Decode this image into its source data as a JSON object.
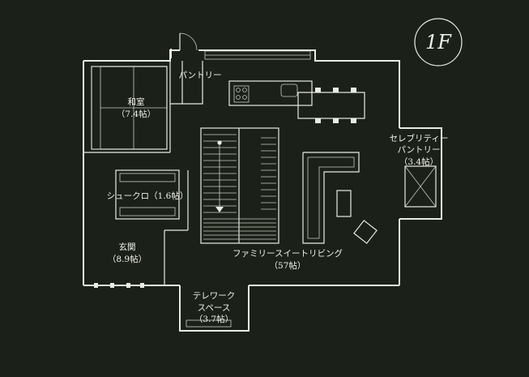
{
  "floor_badge": "1F",
  "rooms": {
    "pantry": "パントリー",
    "washitsu": {
      "name": "和室",
      "size": "（7.4帖）"
    },
    "celebrity_pantry": {
      "line1": "セレブリティー",
      "line2": "パントリー",
      "size": "（3.4帖）"
    },
    "shoe_closet": "シュークロ（1.6帖）",
    "genkan": {
      "name": "玄関",
      "size": "（8.9帖）"
    },
    "family_living": {
      "name": "ファミリースイートリビング",
      "size": "（57帖）"
    },
    "telework": {
      "line1": "テレワーク",
      "line2": "スペース",
      "size": "（3.7帖）"
    }
  },
  "colors": {
    "background": "#1b2118",
    "lines": "#e9ebe4",
    "text": "#f2f2ec"
  }
}
